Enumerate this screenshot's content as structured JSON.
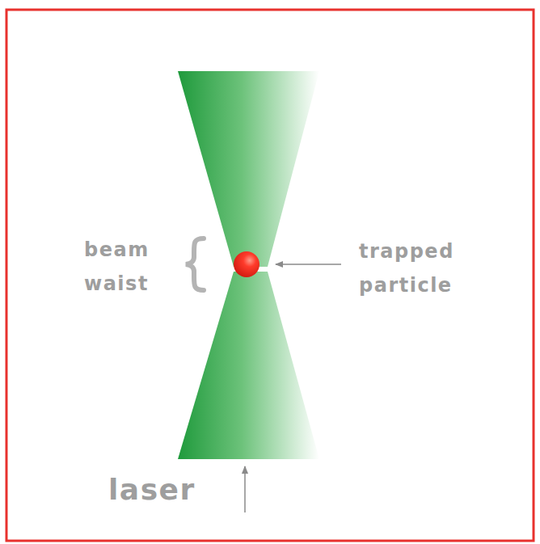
{
  "diagram": {
    "labels": [
      "beam waist",
      "trapped particle",
      "laser"
    ]
  }
}
